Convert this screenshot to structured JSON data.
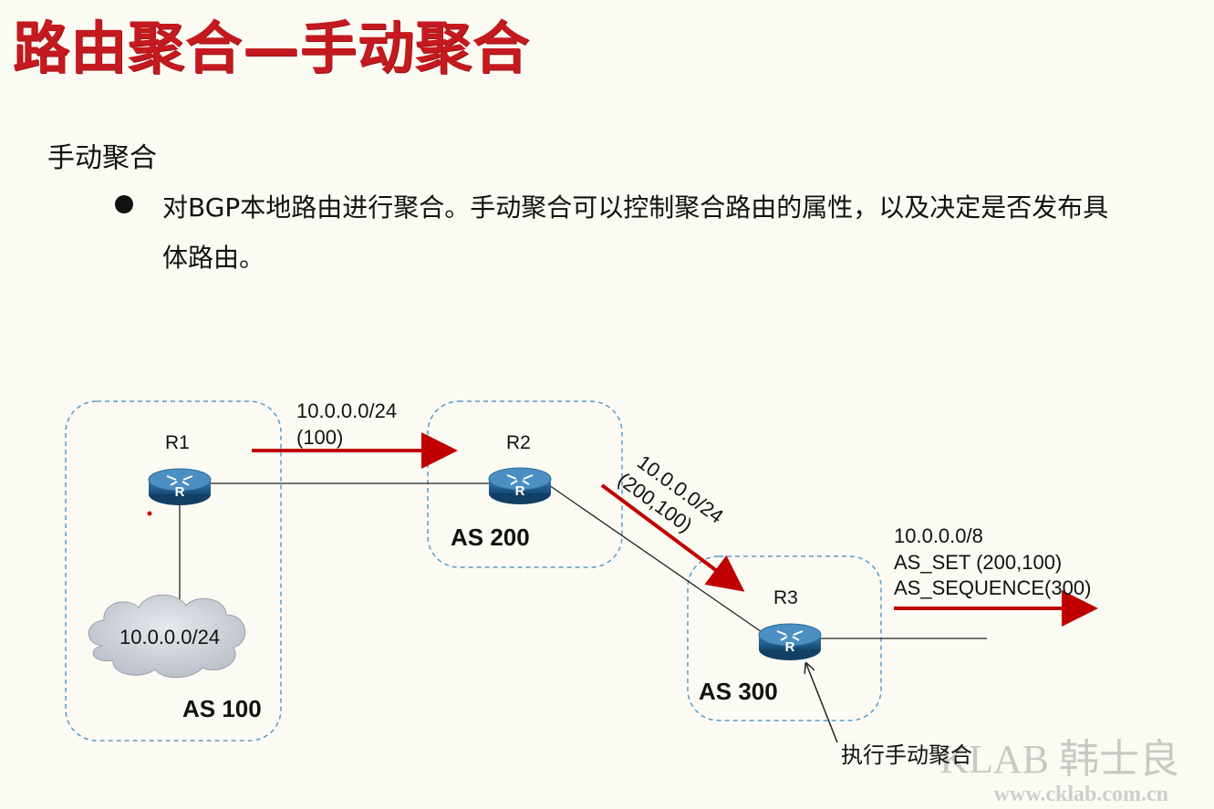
{
  "slide": {
    "title": "路由聚合—手动聚合",
    "section_heading": "手动聚合",
    "bullet_text": "对BGP本地路由进行聚合。手动聚合可以控制聚合路由的属性，以及决定是否发布具体路由。"
  },
  "diagram": {
    "routers": {
      "r1": "R1",
      "r2": "R2",
      "r3": "R3",
      "router_glyph": "R"
    },
    "as_labels": {
      "as100": "AS 100",
      "as200": "AS 200",
      "as300": "AS 300"
    },
    "network_cloud": "10.0.0.0/24",
    "advert_r1_r2": {
      "prefix": "10.0.0.0/24",
      "as_path": "(100)"
    },
    "advert_r2_r3": {
      "prefix": "10.0.0.0/24",
      "as_path": "(200,100)"
    },
    "advert_r3_out": {
      "prefix": "10.0.0.0/8",
      "as_set": "AS_SET (200,100)",
      "as_sequence": "AS_SEQUENCE(300)"
    },
    "action_label": "执行手动聚合",
    "icons": {
      "router": "router-icon",
      "cloud": "cloud-icon",
      "arrow": "arrow-icon"
    },
    "colors": {
      "title": "#c41a1f",
      "advert_arrow": "#c00000",
      "as_boundary": "#5a9ac8",
      "router_body": "#1f5d8c"
    }
  },
  "watermark": {
    "brand": "KLAB 韩士良",
    "url": "www.cklab.com.cn"
  }
}
